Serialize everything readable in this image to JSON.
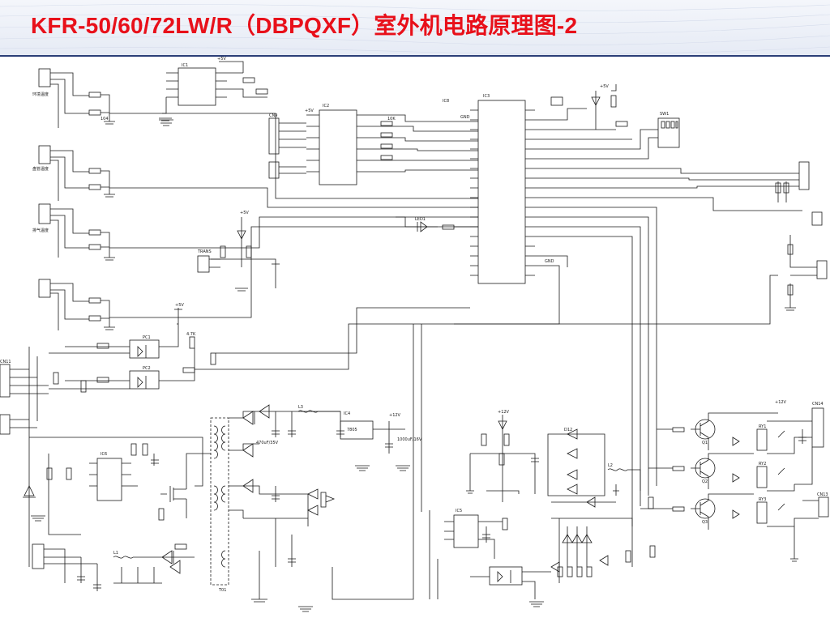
{
  "slide": {
    "title": "KFR-50/60/72LW/R（DBPQXF）室外机电路原理图-2"
  },
  "labels": {
    "ic1": "IC1",
    "ic2": "IC2",
    "ic3": "IC3",
    "ic4": "IC4",
    "ic5": "IC5",
    "ic6": "IC6",
    "ic8": "IC8",
    "vcc5": "+5V",
    "vcc12": "+12V",
    "gnd": "GND",
    "cn_comm": "CN11",
    "cn_power": "CN14",
    "cn_fan": "CN13",
    "cn_temp": "CN9",
    "ntc_label": "环境温度",
    "tube_label": "盘管温度",
    "exhaust_label": "排气温度",
    "q1": "Q1",
    "q2": "Q2",
    "q3": "Q3",
    "t01": "T01",
    "l1": "L1",
    "l2": "L2",
    "l3": "L3",
    "d_bridge": "D12",
    "u_reg": "7805",
    "r_comm": "10K",
    "r_pull": "4.7K",
    "c_big": "470uF/35V",
    "c_small": "104",
    "c_filt": "1000uF/16V",
    "relay1": "RY1",
    "relay2": "RY2",
    "relay3": "RY3",
    "opto1": "PC1",
    "opto2": "PC2",
    "sw1": "SW1",
    "led1": "LED1",
    "trans": "TRANS"
  }
}
